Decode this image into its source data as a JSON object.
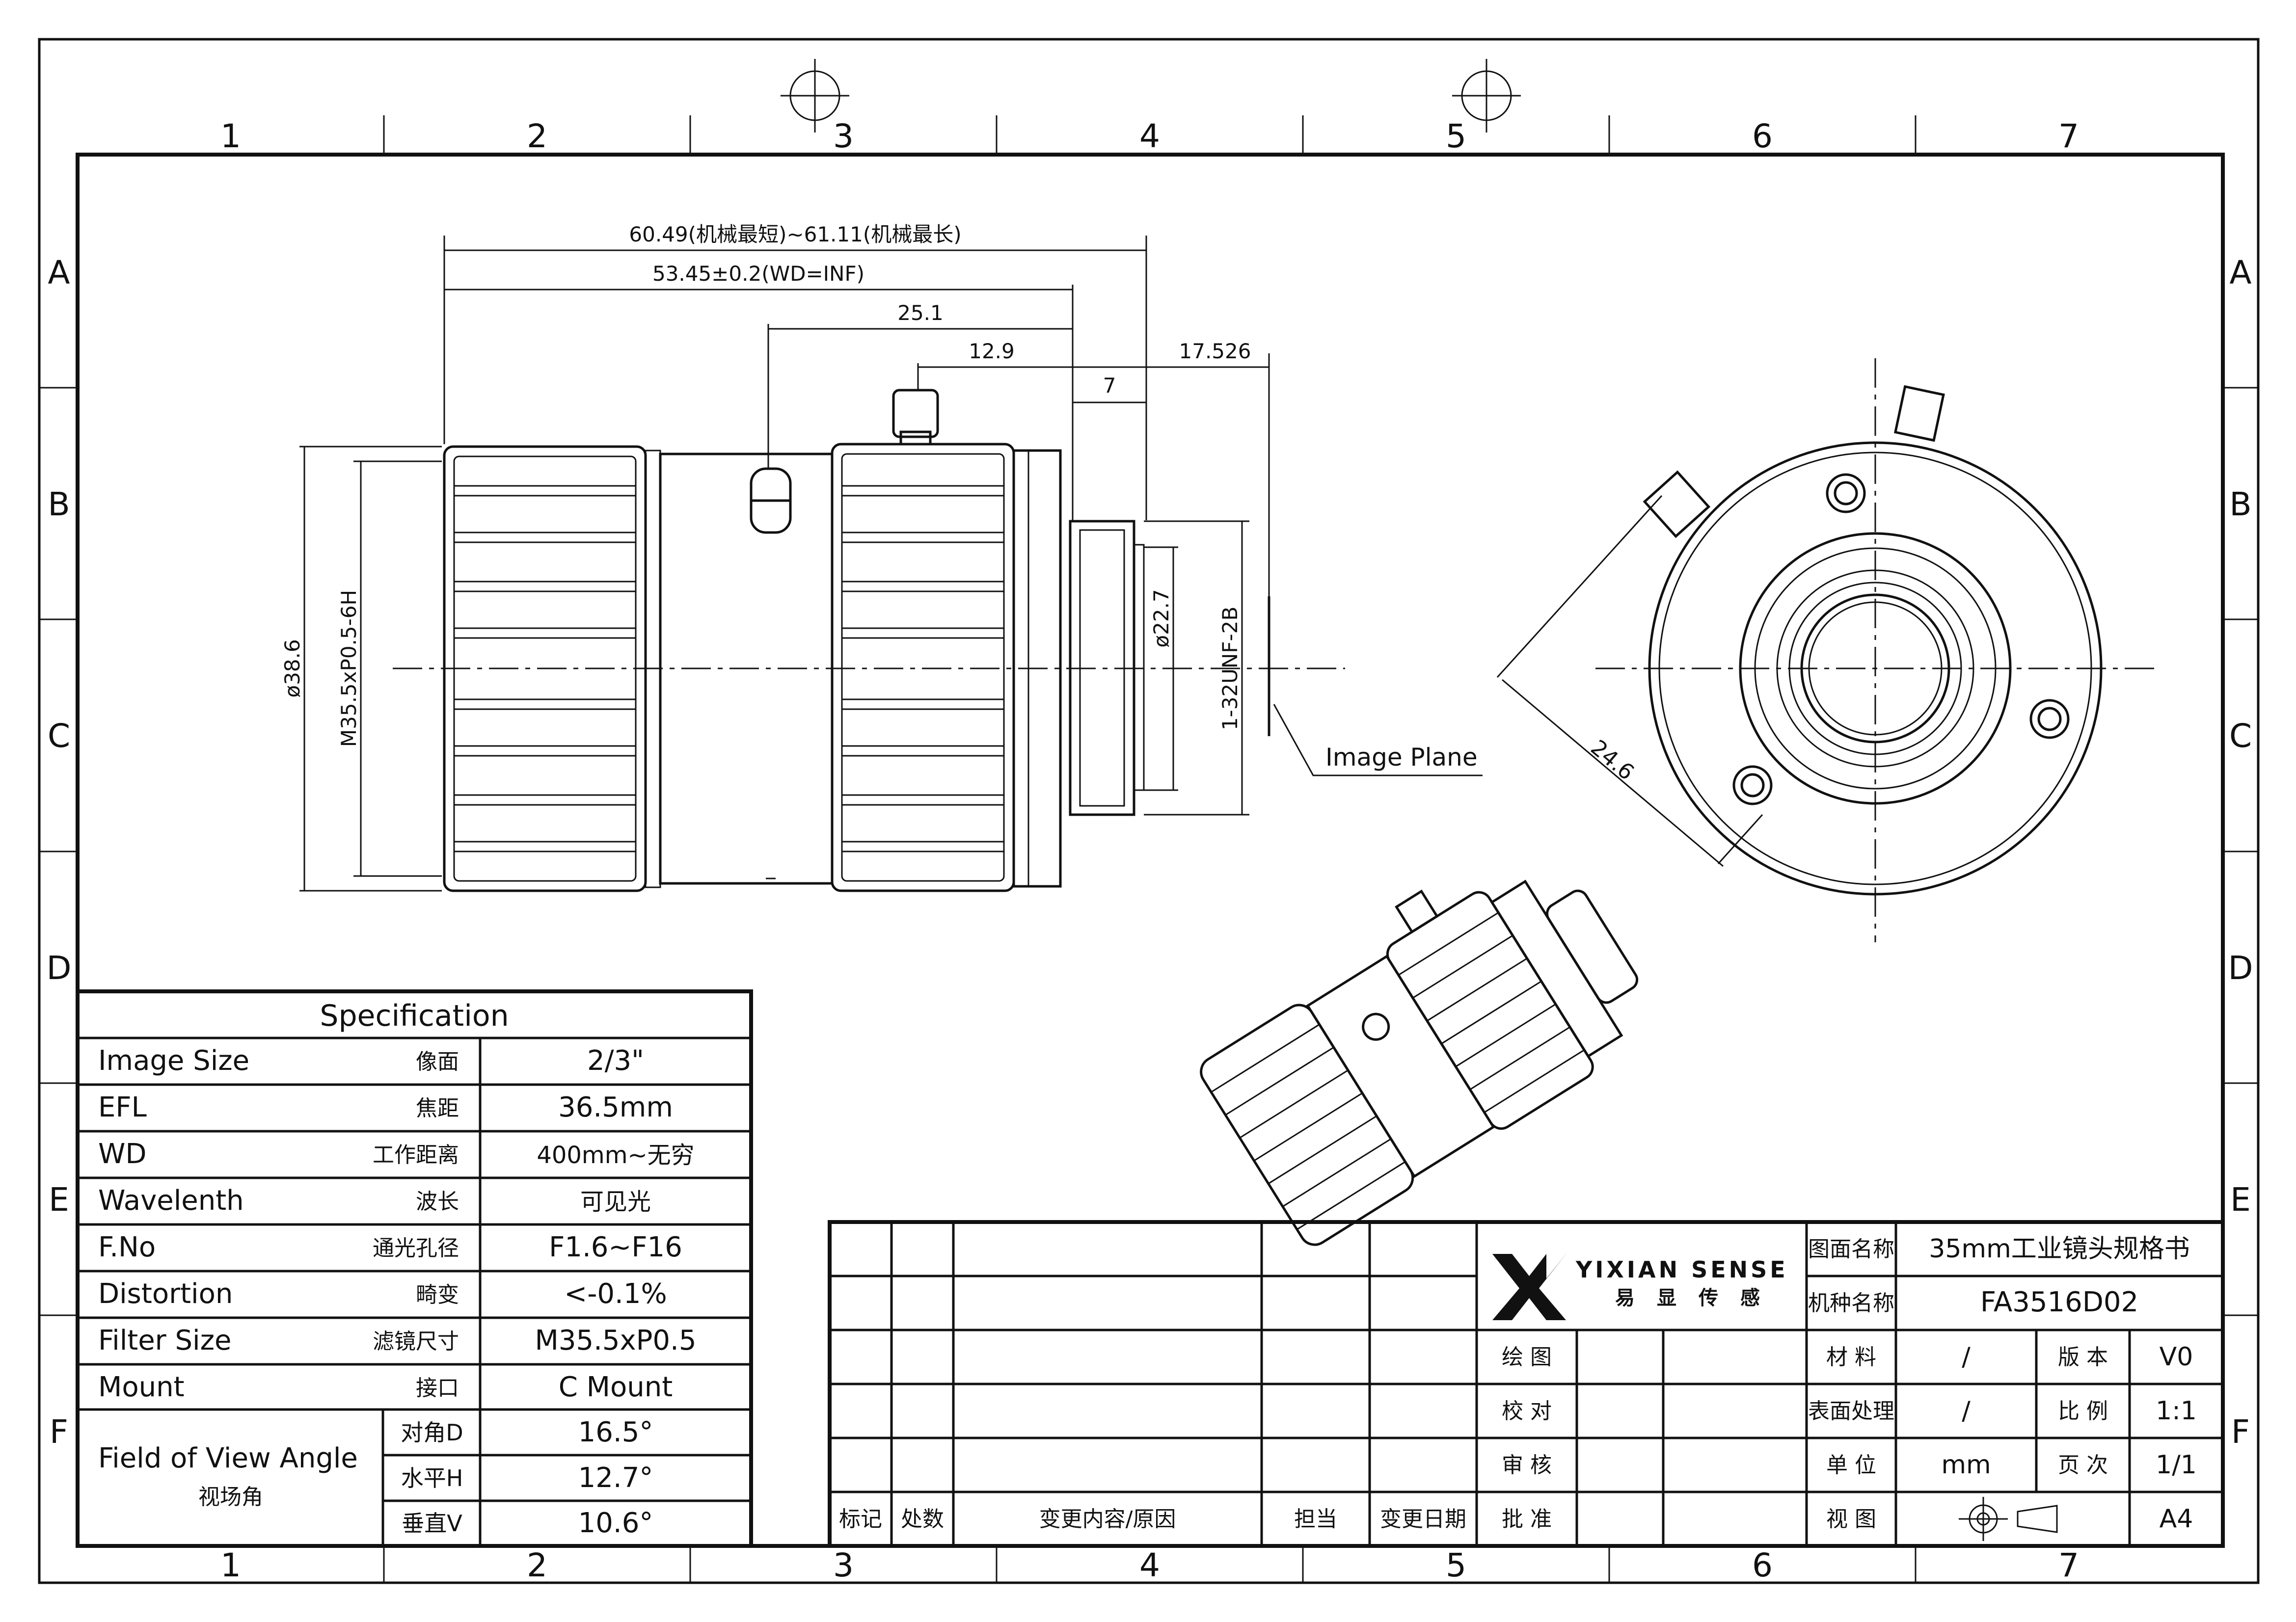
{
  "grid": {
    "columns": [
      "1",
      "2",
      "3",
      "4",
      "5",
      "6",
      "7"
    ],
    "rows": [
      "A",
      "B",
      "C",
      "D",
      "E",
      "F"
    ]
  },
  "dimensions": {
    "overall": "60.49(机械最短)~61.11(机械最长)",
    "wd_inf": "53.45±0.2(WD=INF)",
    "d25_1": "25.1",
    "d12_9": "12.9",
    "d7": "7",
    "d17_526": "17.526",
    "dia38_6": "ø38.6",
    "m35": "M35.5xP0.5-6H",
    "dia22_7": "ø22.7",
    "unf": "1-32UNF-2B",
    "image_plane": "Image Plane",
    "d24_6": "24.6"
  },
  "spec": {
    "title": "Specification",
    "rows": [
      {
        "en": "Image Size",
        "cn": "像面",
        "val": "2/3\""
      },
      {
        "en": "EFL",
        "cn": "焦距",
        "val": "36.5mm"
      },
      {
        "en": "WD",
        "cn": "工作距离",
        "val": "400mm~无穷"
      },
      {
        "en": "Wavelenth",
        "cn": "波长",
        "val": "可见光"
      },
      {
        "en": "F.No",
        "cn": "通光孔径",
        "val": "F1.6~F16"
      },
      {
        "en": "Distortion",
        "cn": "畸变",
        "val": "<-0.1%"
      },
      {
        "en": "Filter Size",
        "cn": "滤镜尺寸",
        "val": "M35.5xP0.5"
      },
      {
        "en": "Mount",
        "cn": "接口",
        "val": "C Mount"
      }
    ],
    "fov": {
      "en": "Field of View Angle",
      "cn": "视场角",
      "rows": [
        {
          "cn": "对角D",
          "val": "16.5°"
        },
        {
          "cn": "水平H",
          "val": "12.7°"
        },
        {
          "cn": "垂直V",
          "val": "10.6°"
        }
      ]
    }
  },
  "titleblock": {
    "brand": "YIXIAN SENSE",
    "brand_cn": [
      "易",
      "显",
      "传",
      "感"
    ],
    "drawing_name_label": "图面名称",
    "drawing_name": "35mm工业镜头规格书",
    "model_label": "机种名称",
    "model": "FA3516D02",
    "change_headers": [
      "标记",
      "处数",
      "变更内容/原因",
      "担当",
      "变更日期"
    ],
    "roles": [
      "绘 图",
      "校 对",
      "审 核",
      "批 准"
    ],
    "material_label": "材 料",
    "material": "/",
    "version_label": "版 本",
    "version": "V0",
    "surface_label": "表面处理",
    "surface": "/",
    "scale_label": "比 例",
    "scale": "1:1",
    "unit_label": "单 位",
    "unit": "mm",
    "page_label": "页 次",
    "page": "1/1",
    "view_label": "视 图",
    "size": "A4"
  }
}
